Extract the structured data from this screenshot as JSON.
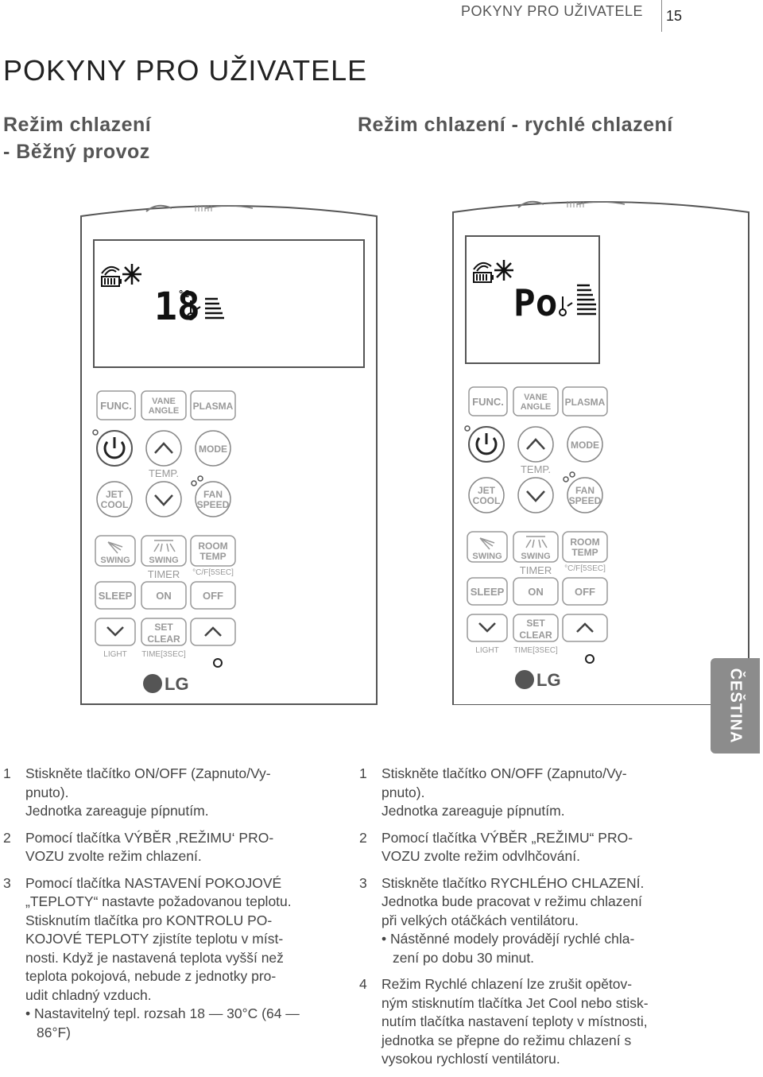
{
  "header": {
    "running_title": "POKYNY PRO UŽIVATELE",
    "page_number": "15"
  },
  "page_title": "POKYNY PRO UŽIVATELE",
  "left_section": {
    "title_line1": "Režim chlazení",
    "title_line2": "- Běžný provoz"
  },
  "right_section": {
    "title": "Režim chlazení - rychlé chlazení"
  },
  "remote_labels": {
    "func": "FUNC.",
    "vane1": "VANE",
    "vane2": "ANGLE",
    "plasma": "PLASMA",
    "mode": "MODE",
    "temp": "TEMP.",
    "jet1": "JET",
    "jet2": "COOL",
    "fan1": "FAN",
    "fan2": "SPEED",
    "swing": "SWING",
    "room1": "ROOM",
    "room2": "TEMP",
    "timer": "TIMER",
    "cf": "°C/F[5SEC]",
    "sleep": "SLEEP",
    "on": "ON",
    "off": "OFF",
    "set": "SET",
    "clear": "CLEAR",
    "light": "LIGHT",
    "time3": "TIME[3SEC]",
    "lg": "LG"
  },
  "remote_left_display": {
    "value": "18",
    "unit": "°C"
  },
  "remote_right_display": {
    "value": "Po"
  },
  "language_tab": "ČEŠTINA",
  "steps_left": [
    {
      "num": "1",
      "text": "Stiskněte tlačítko ON/OFF (Zapnuto/Vy-\npnuto).\nJednotka zareaguje pípnutím.",
      "bullet": ""
    },
    {
      "num": "2",
      "text": "Pomocí tlačítka VÝBĚR ‚REŽIMU‘ PRO-\nVOZU zvolte režim chlazení.",
      "bullet": ""
    },
    {
      "num": "3",
      "text": "Pomocí tlačítka NASTAVENÍ POKOJOVÉ\n„TEPLOTY“ nastavte požadovanou teplotu.\nStisknutím tlačítka  pro KONTROLU PO-\nKOJOVÉ TEPLOTY zjistíte teplotu v míst-\nnosti. Když je nastavená teplota vyšší než\nteplota pokojová, nebude z jednotky pro-\nudit chladný vzduch.",
      "bullet": "• Nastavitelný tepl. rozsah 18 — 30°C (64 —\n86°F)"
    }
  ],
  "steps_right": [
    {
      "num": "1",
      "text": "Stiskněte tlačítko ON/OFF (Zapnuto/Vy-\npnuto).\nJednotka zareaguje pípnutím.",
      "bullet": ""
    },
    {
      "num": "2",
      "text": "Pomocí tlačítka VÝBĚR „REŽIMU“ PRO-\nVOZU zvolte režim odvlhčování.",
      "bullet": ""
    },
    {
      "num": "3",
      "text": "Stiskněte tlačítko RYCHLÉHO CHLAZENÍ.\nJednotka bude pracovat v režimu chlazení\npři velkých otáčkách ventilátoru.",
      "bullet": "• Nástěnné modely provádějí rychlé chla-\nzení po dobu 30 minut."
    },
    {
      "num": "4",
      "text": "Režim Rychlé chlazení lze zrušit opětov-\nným stisknutím tlačítka Jet Cool nebo stisk-\nnutím tlačítka nastavení teploty v místnosti,\njednotka se přepne do režimu chlazení s\nvysokou rychlostí ventilátoru.",
      "bullet": ""
    }
  ]
}
